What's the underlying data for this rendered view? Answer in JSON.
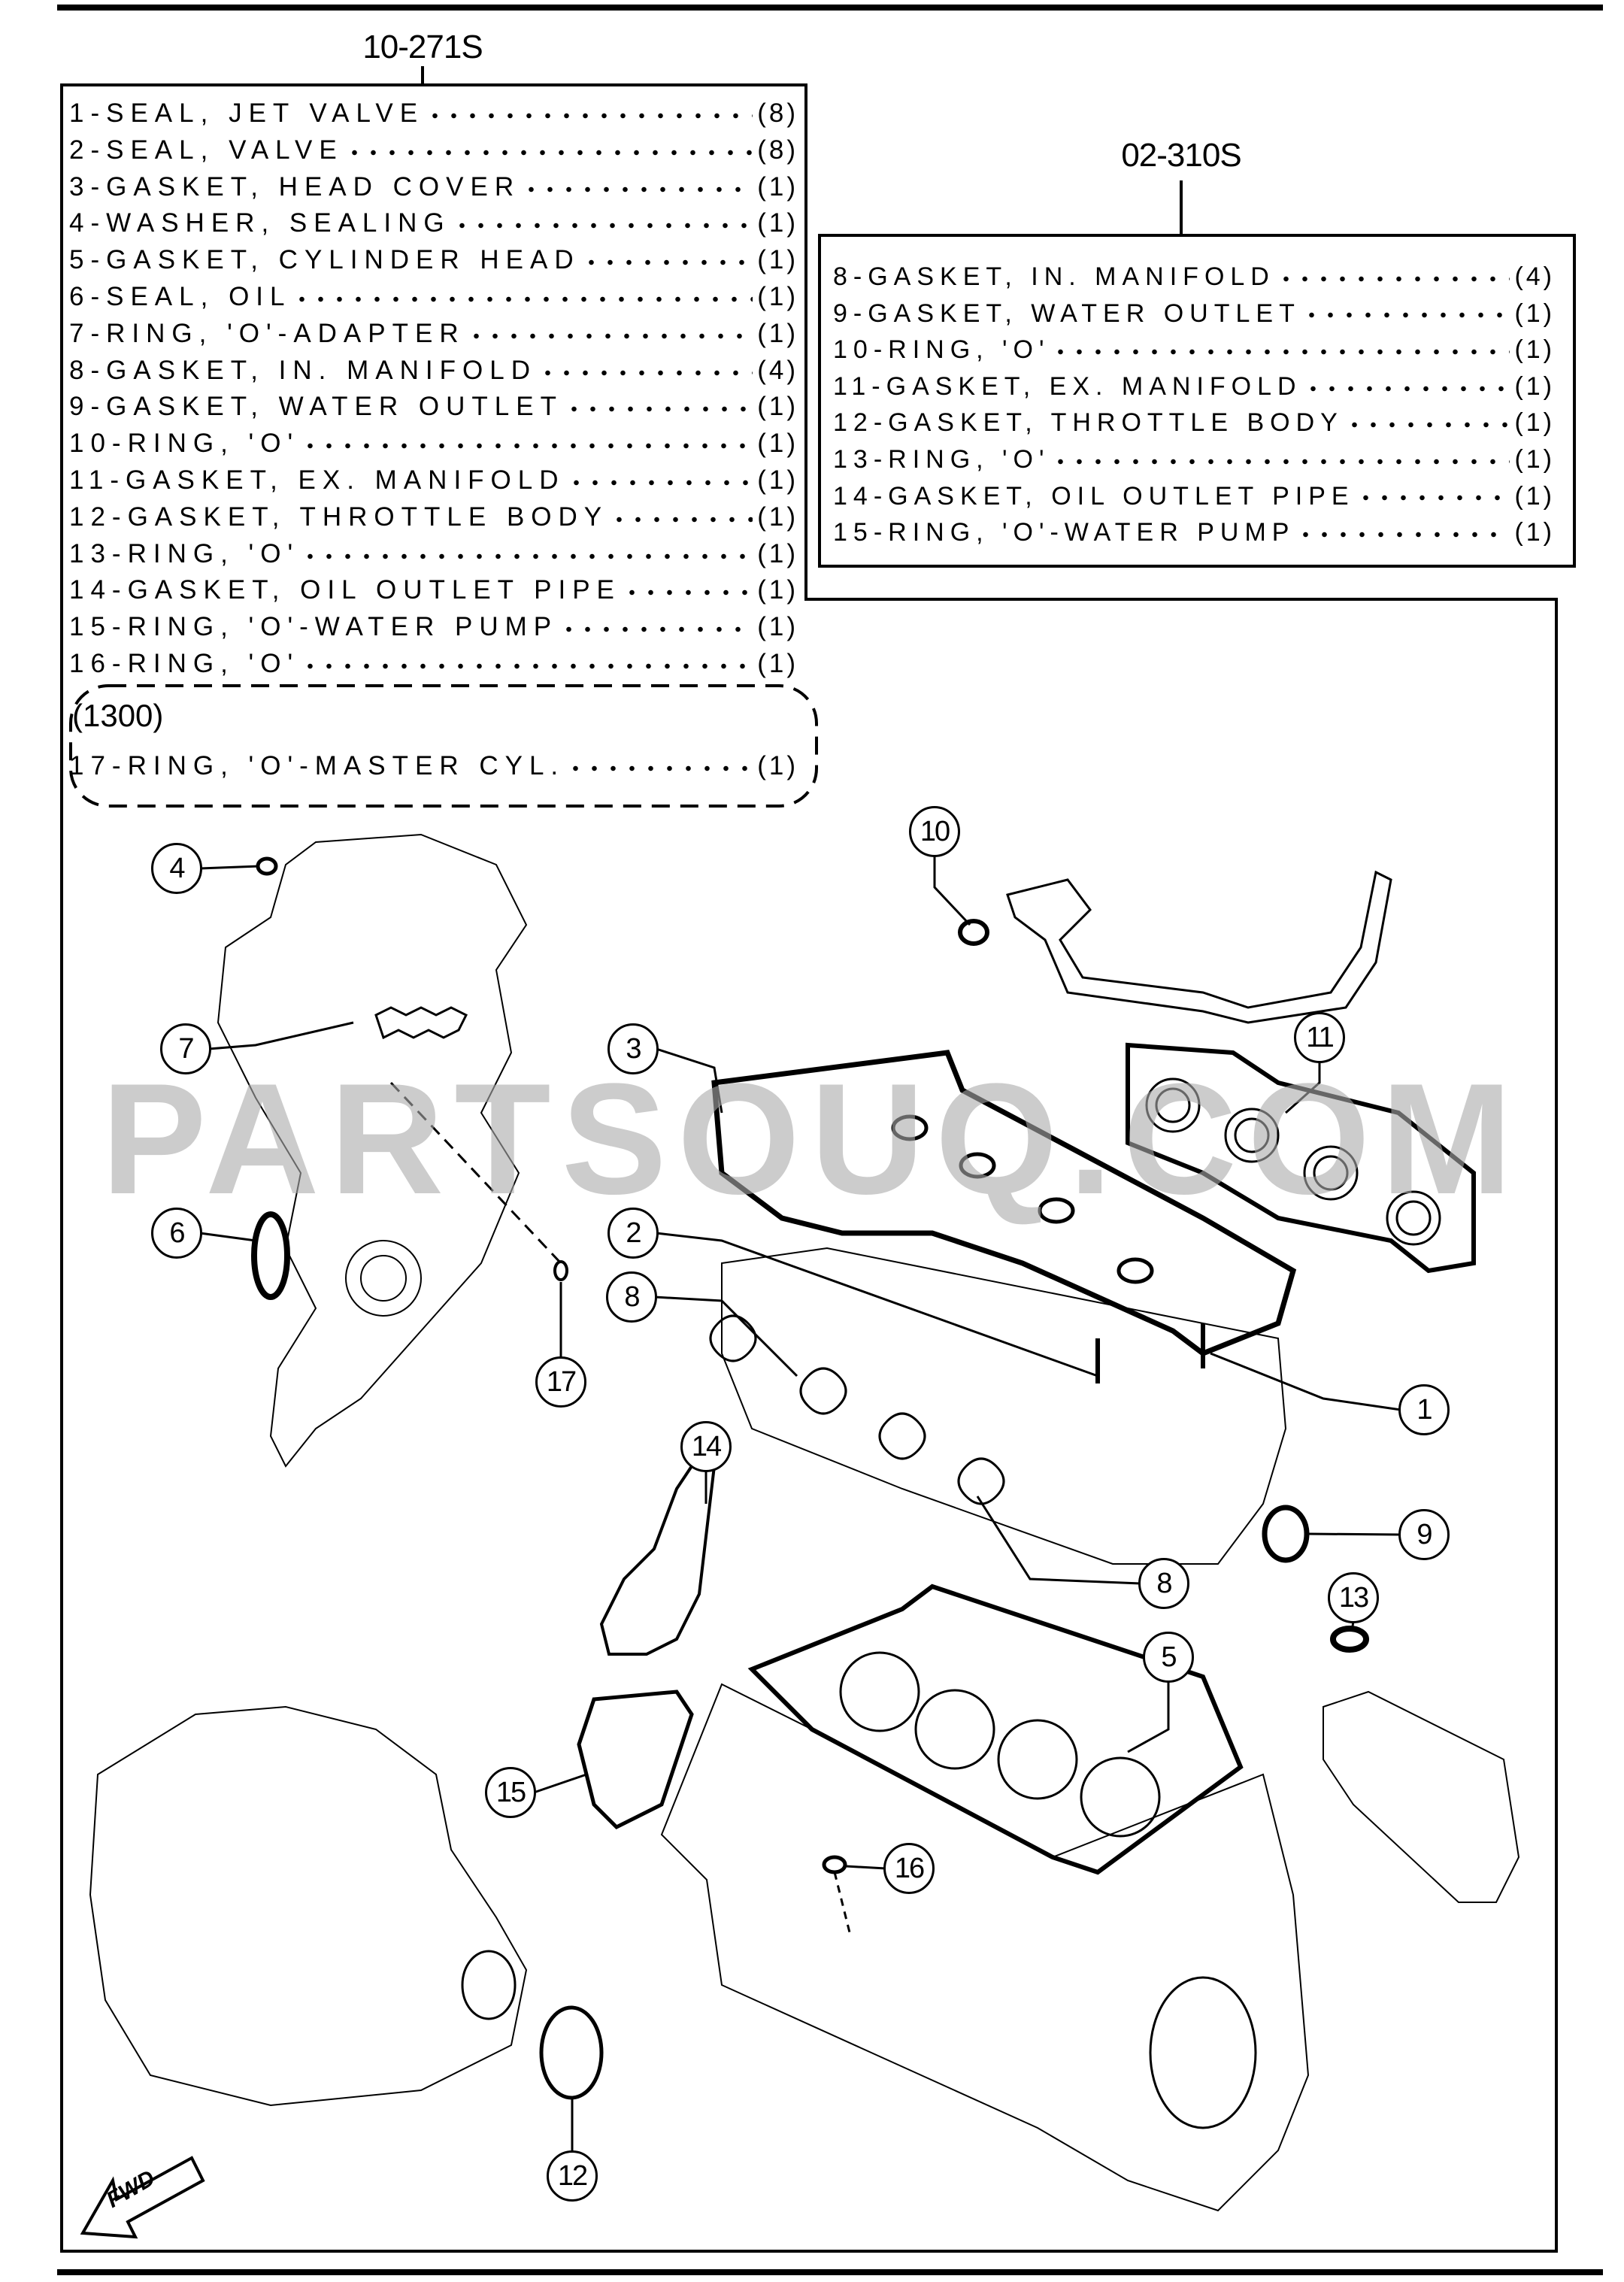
{
  "kits": [
    {
      "code": "10-271S",
      "items": [
        {
          "name": "1-SEAL, JET VALVE",
          "qty": "(8)"
        },
        {
          "name": "2-SEAL, VALVE",
          "qty": "(8)"
        },
        {
          "name": "3-GASKET, HEAD COVER",
          "qty": "(1)"
        },
        {
          "name": "4-WASHER, SEALING",
          "qty": "(1)"
        },
        {
          "name": "5-GASKET, CYLINDER HEAD",
          "qty": "(1)"
        },
        {
          "name": "6-SEAL, OIL",
          "qty": "(1)"
        },
        {
          "name": "7-RING, 'O'-ADAPTER",
          "qty": "(1)"
        },
        {
          "name": "8-GASKET, IN. MANIFOLD",
          "qty": "(4)"
        },
        {
          "name": "9-GASKET, WATER OUTLET",
          "qty": "(1)"
        },
        {
          "name": "10-RING, 'O'",
          "qty": "(1)"
        },
        {
          "name": "11-GASKET, EX. MANIFOLD",
          "qty": "(1)"
        },
        {
          "name": "12-GASKET, THROTTLE BODY",
          "qty": "(1)"
        },
        {
          "name": "13-RING, 'O'",
          "qty": "(1)"
        },
        {
          "name": "14-GASKET, OIL OUTLET PIPE",
          "qty": "(1)"
        },
        {
          "name": "15-RING, 'O'-WATER PUMP",
          "qty": "(1)"
        },
        {
          "name": "16-RING, 'O'",
          "qty": "(1)"
        }
      ],
      "optional_group": {
        "condition": "(1300)",
        "items": [
          {
            "name": "17-RING, 'O'-MASTER CYL.",
            "qty": "(1)"
          }
        ]
      }
    },
    {
      "code": "02-310S",
      "items": [
        {
          "name": "8-GASKET, IN. MANIFOLD",
          "qty": "(4)"
        },
        {
          "name": "9-GASKET, WATER OUTLET",
          "qty": "(1)"
        },
        {
          "name": "10-RING, 'O'",
          "qty": "(1)"
        },
        {
          "name": "11-GASKET, EX. MANIFOLD",
          "qty": "(1)"
        },
        {
          "name": "12-GASKET, THROTTLE BODY",
          "qty": "(1)"
        },
        {
          "name": "13-RING, 'O'",
          "qty": "(1)"
        },
        {
          "name": "14-GASKET, OIL OUTLET PIPE",
          "qty": "(1)"
        },
        {
          "name": "15-RING, 'O'-WATER PUMP",
          "qty": "(1)"
        }
      ]
    }
  ],
  "callouts": [
    "4",
    "10",
    "11",
    "7",
    "3",
    "2",
    "6",
    "8",
    "17",
    "1",
    "14",
    "9",
    "8",
    "13",
    "5",
    "15",
    "16",
    "12"
  ],
  "watermark": "PARTSOUQ.COM",
  "fwd_label": "FWD"
}
